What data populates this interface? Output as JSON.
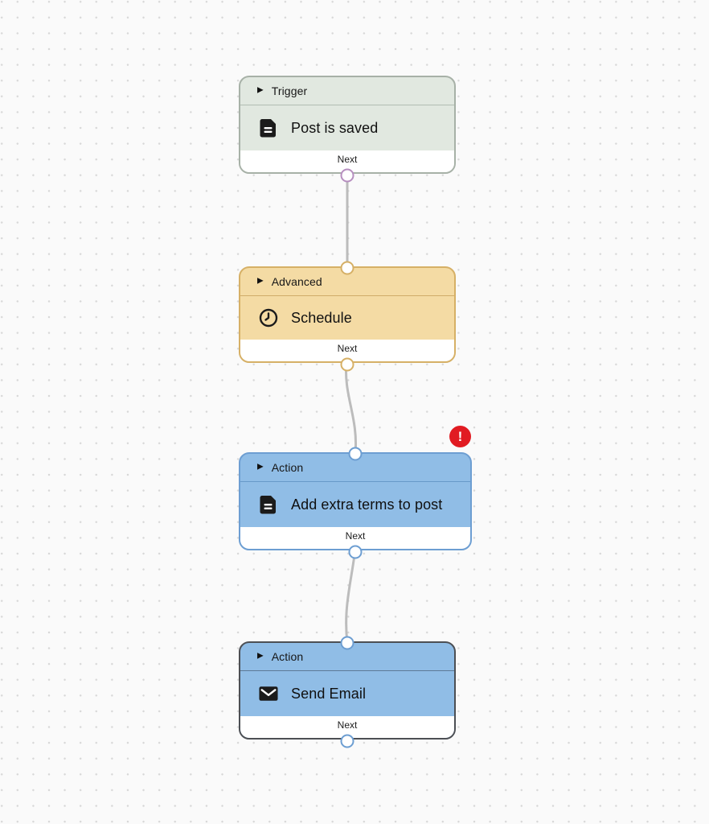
{
  "canvas": {
    "background_color": "#fafafa",
    "dot_color": "#d7d7d7",
    "connector_color": "#bcbcbc"
  },
  "nodes": [
    {
      "category": "Trigger",
      "title": "Post is saved",
      "icon": "document-icon",
      "footer_label": "Next",
      "fill": "#e1e8e0",
      "border_color": "#a7b1a7",
      "divider_color": "#b2bcb2",
      "port_color": "#b78fc0",
      "has_error": false,
      "selected": false
    },
    {
      "category": "Advanced",
      "title": "Schedule",
      "icon": "clock-icon",
      "footer_label": "Next",
      "fill": "#f4dba4",
      "border_color": "#d6b066",
      "divider_color": "#d0ac6a",
      "port_color": "#d6b066",
      "has_error": false,
      "selected": false
    },
    {
      "category": "Action",
      "title": "Add extra terms to post",
      "icon": "document-icon",
      "footer_label": "Next",
      "fill": "#90bde6",
      "border_color": "#6d9ed2",
      "divider_color": "#679ac9",
      "port_color": "#6d9ed2",
      "has_error": true,
      "selected": false
    },
    {
      "category": "Action",
      "title": "Send Email",
      "icon": "mail-icon",
      "footer_label": "Next",
      "fill": "#90bde6",
      "border_color": "#4c4f54",
      "divider_color": "#5d7a96",
      "port_color": "#6d9ed2",
      "has_error": false,
      "selected": true
    }
  ],
  "error_badge": {
    "symbol": "!",
    "color": "#e11b22"
  }
}
